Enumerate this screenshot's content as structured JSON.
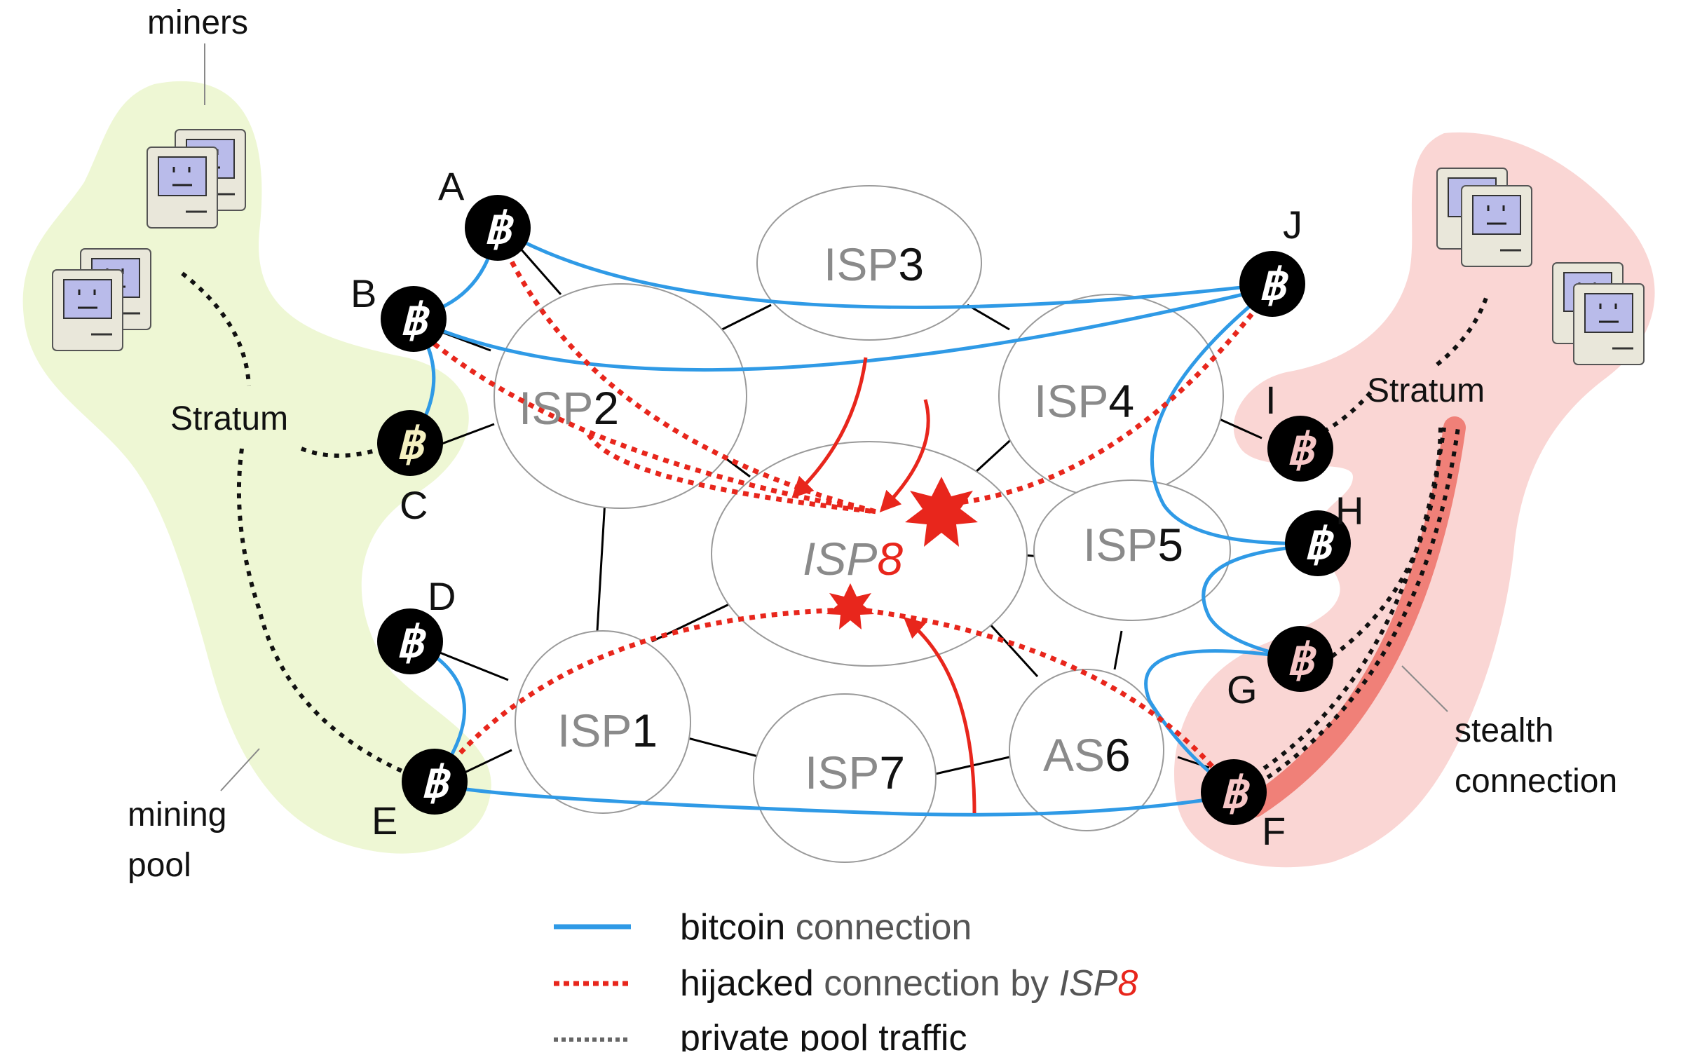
{
  "title": "",
  "colors": {
    "bitcoin_connection": "#2f9ae6",
    "hijacked_connection": "#e8261c",
    "private_pool_traffic": "#111111",
    "mining_pool_region": "#eef7d4",
    "stealth_pool_region": "#fad6d4",
    "stealth_highlight": "#f08078",
    "isp_outline": "#9a9a9a"
  },
  "isps": [
    {
      "id": "ISP1",
      "prefix": "ISP",
      "suffix": "1"
    },
    {
      "id": "ISP2",
      "prefix": "ISP",
      "suffix": "2"
    },
    {
      "id": "ISP3",
      "prefix": "ISP",
      "suffix": "3"
    },
    {
      "id": "ISP4",
      "prefix": "ISP",
      "suffix": "4"
    },
    {
      "id": "ISP5",
      "prefix": "ISP",
      "suffix": "5"
    },
    {
      "id": "AS6",
      "prefix": "AS",
      "suffix": "6"
    },
    {
      "id": "ISP7",
      "prefix": "ISP",
      "suffix": "7"
    },
    {
      "id": "ISP8",
      "prefix": "ISP",
      "suffix": "8",
      "attacker": true
    }
  ],
  "nodes": [
    "A",
    "B",
    "C",
    "D",
    "E",
    "F",
    "G",
    "H",
    "I",
    "J"
  ],
  "node_icon": "bitcoin-icon",
  "labels": {
    "miners": "miners",
    "stratum_left": "Stratum",
    "stratum_right": "Stratum",
    "mining_pool_line1": "mining",
    "mining_pool_line2": "pool",
    "stealth_line1": "stealth",
    "stealth_line2": "connection"
  },
  "legend": {
    "bitcoin": {
      "part1": "bitcoin",
      "part2": " connection"
    },
    "hijacked": {
      "part1": "hijacked",
      "part2": " connection by ",
      "part3": "ISP",
      "part4": "8"
    },
    "private": {
      "text": "private pool traffic"
    }
  }
}
